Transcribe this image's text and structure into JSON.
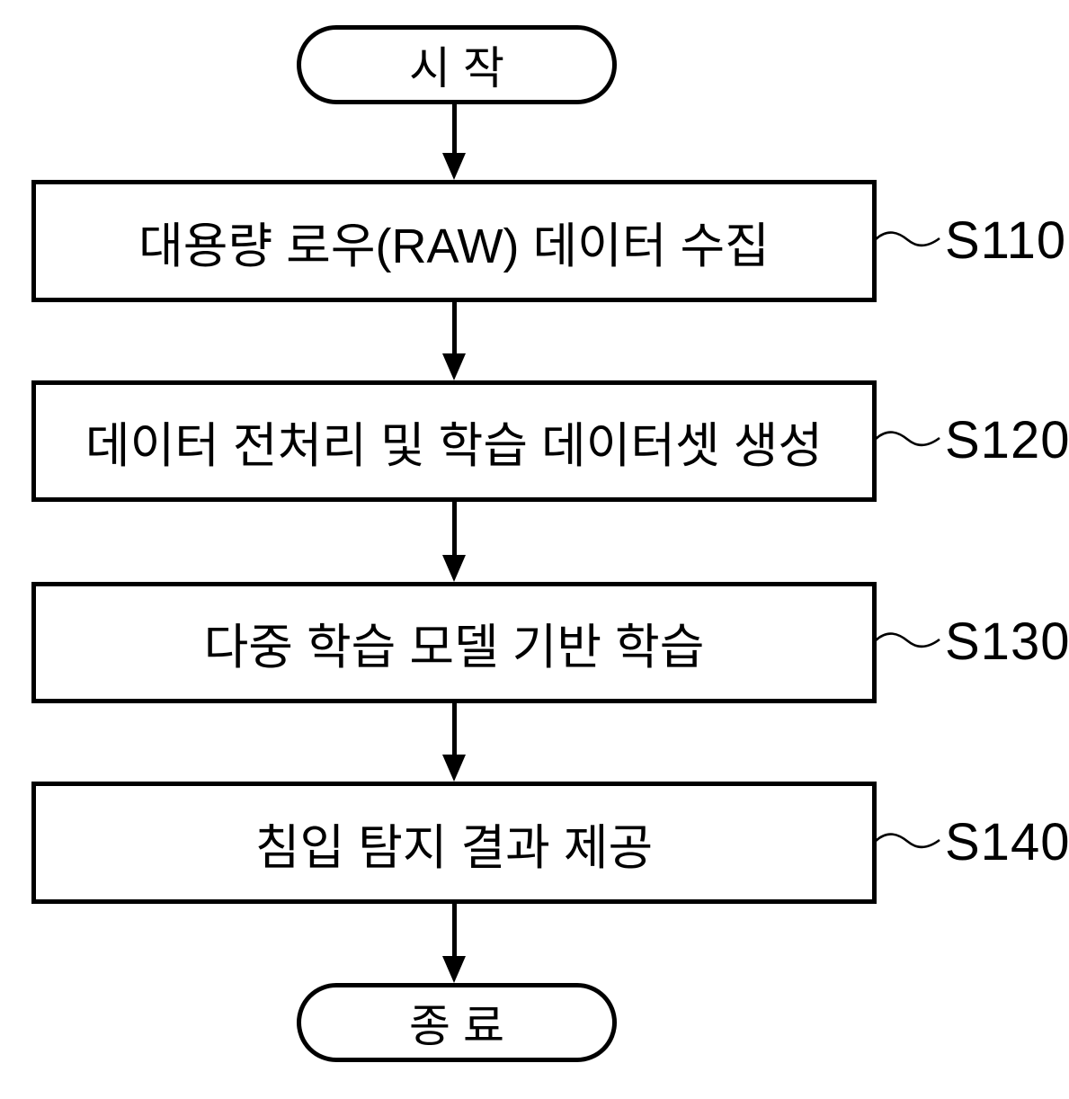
{
  "flowchart": {
    "start_label": "시 작",
    "end_label": "종 료",
    "steps": [
      {
        "text": "대용량 로우(RAW) 데이터 수집",
        "ref": "S110"
      },
      {
        "text": "데이터 전처리 및 학습 데이터셋 생성",
        "ref": "S120"
      },
      {
        "text": "다중 학습 모델 기반 학습",
        "ref": "S130"
      },
      {
        "text": "침입 탐지 결과 제공",
        "ref": "S140"
      }
    ],
    "colors": {
      "line": "#000000",
      "background": "#ffffff"
    }
  }
}
